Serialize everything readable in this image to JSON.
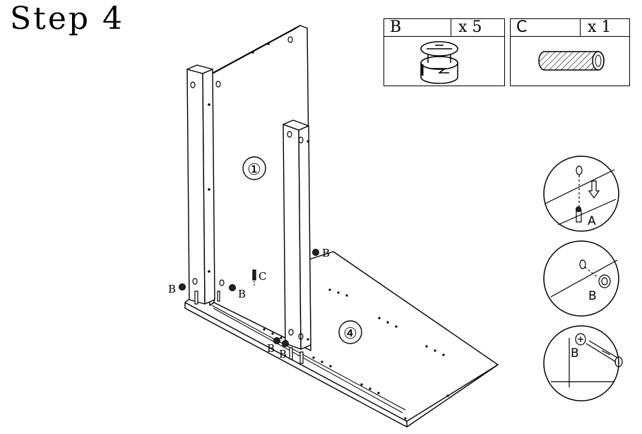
{
  "title": "Step 4",
  "parts": {
    "b": {
      "code": "B",
      "quantity": "x 5"
    },
    "c": {
      "code": "C",
      "quantity": "x 1"
    }
  },
  "panels": {
    "side_panel": "①",
    "bottom_panel": "④"
  },
  "callouts": {
    "cam_bolt": "B",
    "dowel": "C"
  },
  "details": {
    "insert_label": "A",
    "cam_label": "B",
    "lock_label": "B"
  }
}
